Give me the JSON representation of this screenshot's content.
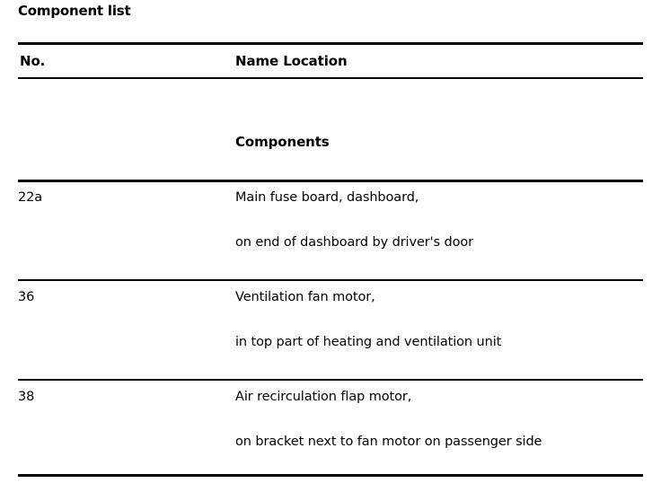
{
  "document": {
    "title": "Component list"
  },
  "table": {
    "headers": {
      "col_no": "No.",
      "col_name_location": "Name Location",
      "col_components": "Components"
    },
    "rows": [
      {
        "no": "22a",
        "name": "Main fuse board, dashboard,",
        "location": "on end of dashboard by driver's door"
      },
      {
        "no": "36",
        "name": "Ventilation fan motor,",
        "location": "in top part of heating and ventilation unit"
      },
      {
        "no": "38",
        "name": "Air recirculation flap motor,",
        "location": "on bracket next to fan motor on passenger side"
      }
    ]
  },
  "colors": {
    "background": "#ffffff",
    "text": "#000000",
    "rule": "#000000"
  }
}
